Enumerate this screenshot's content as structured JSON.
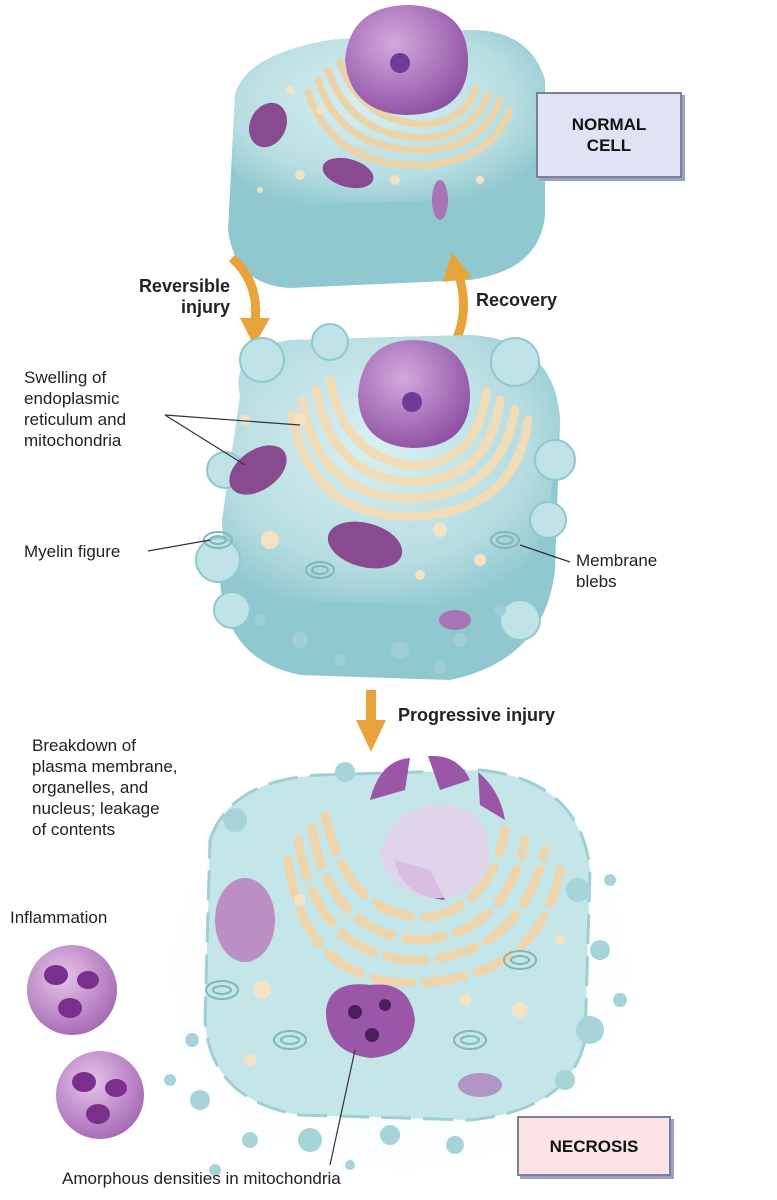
{
  "labels": {
    "normal_cell": "NORMAL\nCELL",
    "reversible_injury": "Reversible\ninjury",
    "recovery": "Recovery",
    "swelling": "Swelling of\nendoplasmic\nreticulum and\nmitochondria",
    "myelin_figure": "Myelin figure",
    "membrane_blebs": "Membrane\nblebs",
    "progressive_injury": "Progressive injury",
    "breakdown": "Breakdown of\nplasma membrane,\norganelles, and\nnucleus; leakage\nof contents",
    "inflammation": "Inflammation",
    "necrosis": "NECROSIS",
    "amorphous_densities": "Amorphous densities in mitochondria"
  },
  "colors": {
    "cytoplasm": "#bfe3e6",
    "cytoplasm_dark": "#7fc2c8",
    "nucleus": "#a065b4",
    "er": "#f1dcb8",
    "mitochondria": "#8a4a8f",
    "arrow": "#e8a43a",
    "normal_box_fill": "#dfe3f4",
    "necrosis_box_fill": "#fbe3e8"
  }
}
